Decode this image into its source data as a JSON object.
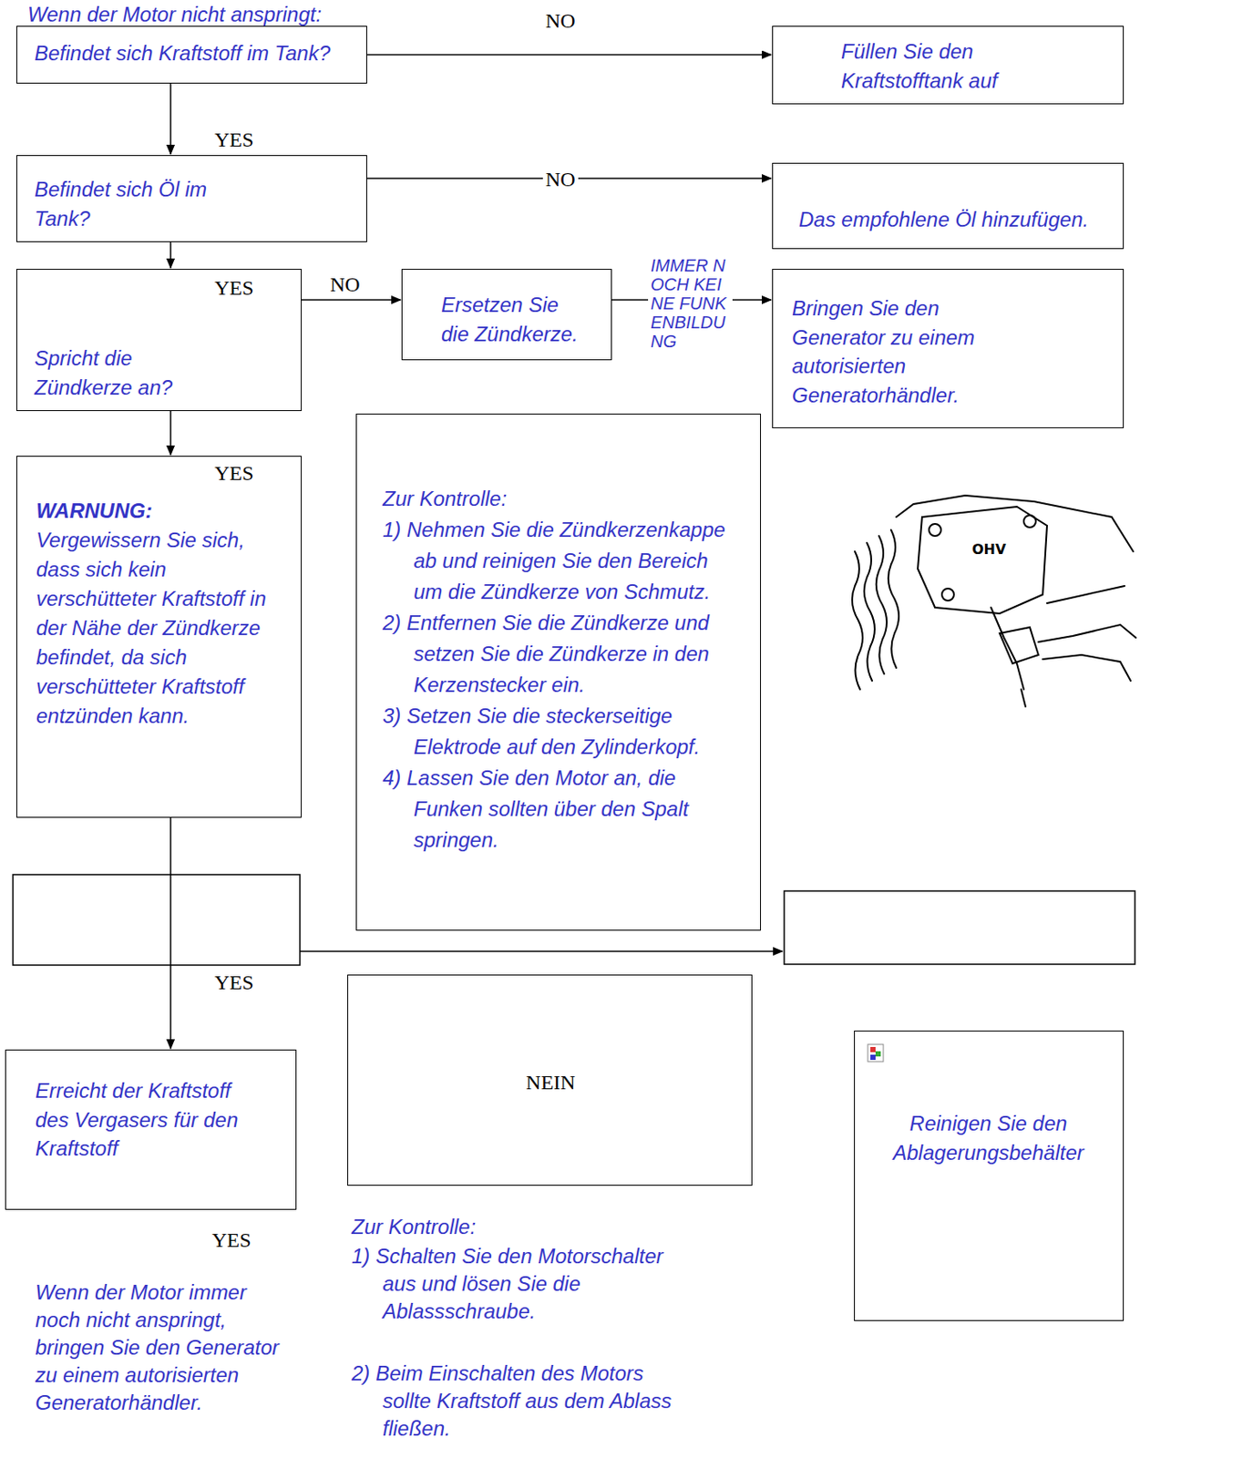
{
  "diagram": {
    "title": "Wenn der Motor nicht anspringt:",
    "nodes": [
      {
        "text": [
          "Befindet sich Kraftstoff im Tank?"
        ]
      },
      {
        "text": [
          "Füllen Sie den Kraftstofftank auf"
        ]
      },
      {
        "text": [
          "Befindet sich Öl im Tank?"
        ]
      },
      {
        "text": [
          "Das empfohlene Öl hinzufügen."
        ]
      },
      {
        "text": [
          "Spricht die Zündkerze an?"
        ]
      },
      {
        "text": [
          "Ersetzen Sie die Zündkerze."
        ]
      },
      {
        "text": [
          "Bringen Sie den Generator zu einem autorisierten Generatorhändler."
        ]
      },
      {
        "text": [
          "Zur Kontrolle:",
          "1) Nehmen Sie die Zündkerzenkappe ab und reinigen Sie den Bereich um die Zündkerze von Schmutz.",
          "2) Entfernen Sie die Zündkerze und setzen Sie die Zündkerze in den Kerzenstecker ein.",
          "3) Setzen Sie die steckerseitige Elektrode auf den Zylinderkopf.",
          "4) Lassen Sie den Motor an, die Funken sollten über den Spalt springen."
        ]
      },
      {
        "text": [
          "WARNUNG:",
          "Vergewissern Sie sich, dass sich kein verschütteter Kraftstoff in der Nähe der Zündkerze befindet, da sich verschütteter Kraftstoff entzünden kann."
        ]
      },
      {
        "text": [
          "Erreicht der Kraftstoff des Vergasers für den Kraftstoff"
        ]
      },
      {
        "text": [
          "NEIN"
        ]
      },
      {
        "text": [
          "Reinigen Sie den Ablagerungsbehälter"
        ]
      }
    ],
    "edges": [
      {
        "from": 0,
        "to": 1,
        "label": "NO",
        "arrow": "to"
      },
      {
        "from": 0,
        "to": 2,
        "label": "YES",
        "arrow": "to"
      },
      {
        "from": 2,
        "to": 3,
        "label": "NO",
        "arrow": "to"
      },
      {
        "from": 2,
        "to": 4,
        "label": "YES",
        "arrow": "to"
      },
      {
        "from": 4,
        "to": 5,
        "label": "NO",
        "arrow": "to"
      },
      {
        "from": 5,
        "to": 6,
        "label": "IMMER NOCH KEINE FUNKENBILDUNG",
        "arrow": "to"
      },
      {
        "from": 4,
        "to": 8,
        "label": "YES",
        "arrow": "to"
      },
      {
        "from": 8,
        "to": 9,
        "label": "YES",
        "arrow": "to"
      }
    ],
    "labels": [
      "YES",
      "Wenn der Motor immer noch nicht anspringt, bringen Sie den Generator zu einem autorisierten Generatorhändler.",
      "Zur Kontrolle:",
      "1) Schalten Sie den Motorschalter aus und lösen Sie die Ablassschraube.",
      "2) Beim Einschalten des Motors sollte Kraftstoff aus dem Ablass fließen.",
      "OHV"
    ]
  }
}
